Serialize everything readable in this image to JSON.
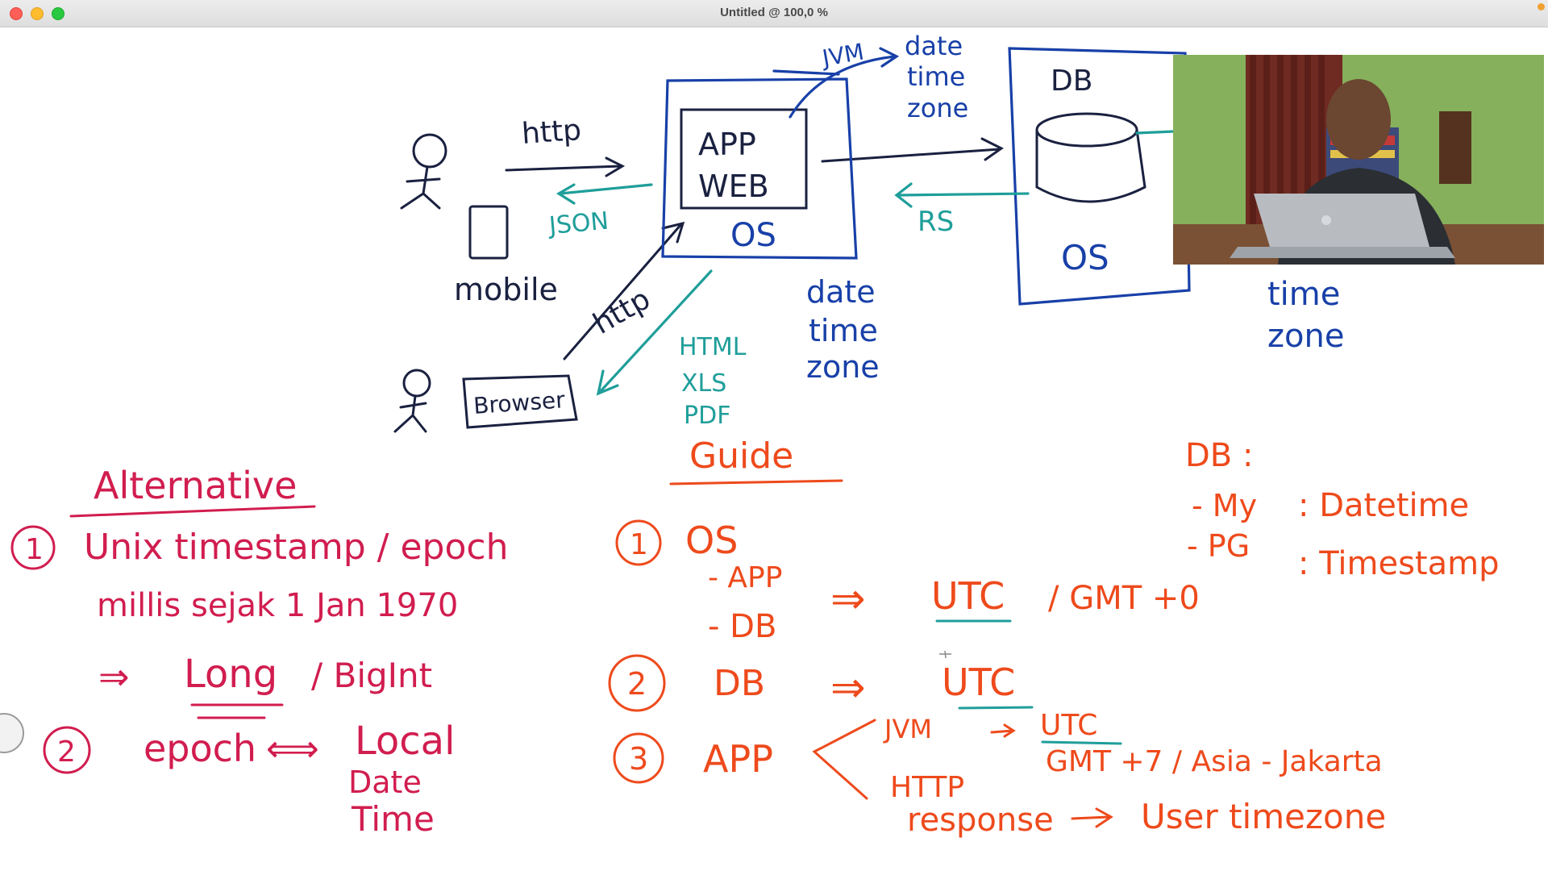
{
  "window": {
    "title": "Untitled @ 100,0 %"
  },
  "diagram": {
    "http_top": "http",
    "json": "JSON",
    "mobile": "mobile",
    "browser": "Browser",
    "http_bottom": "http",
    "formats": [
      "HTML",
      "XLS",
      "PDF"
    ],
    "app_line1": "APP",
    "app_line2": "WEB",
    "os_app": "OS",
    "jvm": "JVM",
    "app_dtz": [
      "date",
      "time",
      "zone"
    ],
    "os_dtz": [
      "date",
      "time",
      "zone"
    ],
    "rs": "RS",
    "db_label": "DB",
    "os_db": "OS",
    "db_dtz": [
      "time",
      "zone"
    ]
  },
  "alternative": {
    "heading": "Alternative",
    "num1": "1",
    "line1": "Unix timestamp / epoch",
    "line2": "millis sejak 1 Jan 1970",
    "arrow": "⇒",
    "long": "Long",
    "bigint": "/ BigInt",
    "num2": "2",
    "epoch": "epoch",
    "biarrow": "⟺",
    "local": "Local",
    "date": "Date",
    "time": "Time"
  },
  "guide": {
    "heading": "Guide",
    "n1": "1",
    "os": "OS",
    "app_item": "- APP",
    "db_item": "- DB",
    "arrow": "⇒",
    "utc1": "UTC",
    "gmt0": "/ GMT +0",
    "n2": "2",
    "db": "DB",
    "utc2": "UTC",
    "n3": "3",
    "app": "APP",
    "jvm": "JVM",
    "utc3": "UTC",
    "gmt7": "GMT +7 / Asia - Jakarta",
    "http": "HTTP",
    "response": "response",
    "user_tz": "User timezone"
  },
  "db_notes": {
    "heading": "DB :",
    "my": "- My",
    "my_type": ": Datetime",
    "pg": "- PG",
    "pg_type": ": Timestamp"
  },
  "colors": {
    "navy": "#1a2140",
    "blue": "#1840a8",
    "teal": "#1f9e9a",
    "red": "#d11d4f",
    "orange": "#ee4a1c"
  }
}
